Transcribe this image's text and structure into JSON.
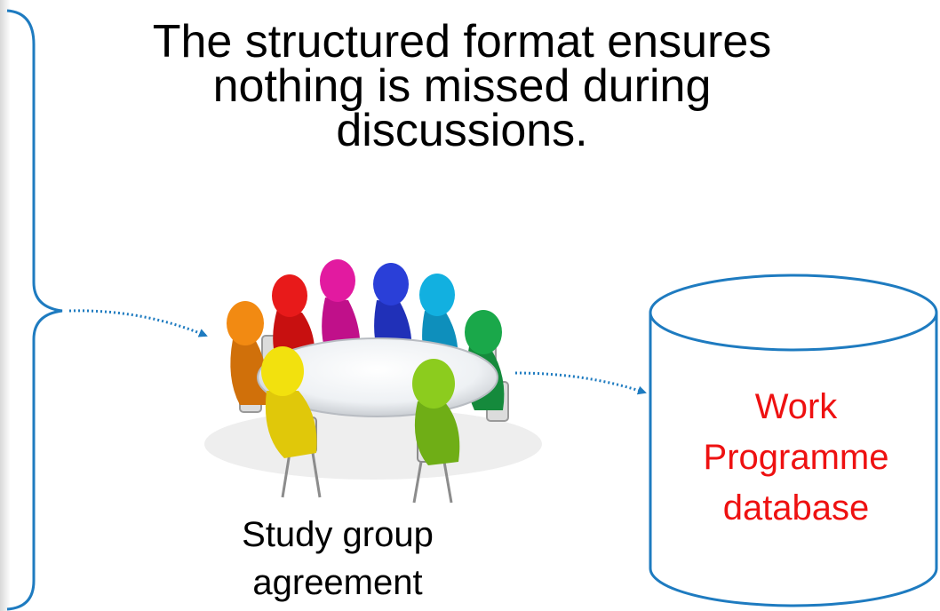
{
  "headline": {
    "line1": "The structured format ensures",
    "line2": "nothing is missed during",
    "line3": "discussions."
  },
  "meeting": {
    "caption_line1": "Study group",
    "caption_line2": "agreement",
    "icon": "round-table-meeting-icon"
  },
  "database": {
    "label_line1": "Work",
    "label_line2": "Programme",
    "label_line3": "database",
    "label_color": "#ee1111",
    "outline_color": "#1e7bc0"
  },
  "connectors": {
    "color": "#1e7bc0",
    "style": "dotted-arrow"
  },
  "figure_colors": [
    "#f28a12",
    "#e81a1a",
    "#e21aa0",
    "#2a3fd8",
    "#12b0e0",
    "#1aa84a",
    "#8ccc1e",
    "#f2e10e"
  ]
}
